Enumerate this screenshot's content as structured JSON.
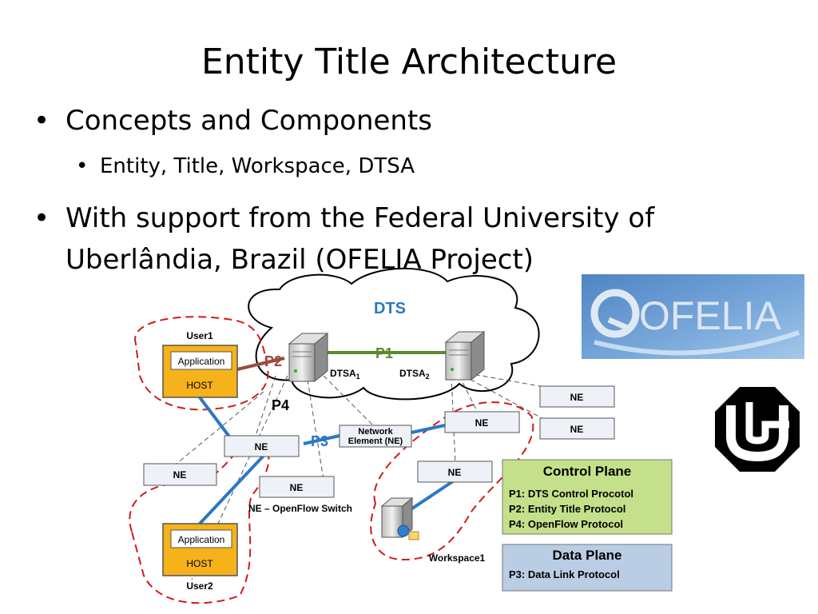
{
  "slide": {
    "title": "Entity Title Architecture",
    "bullets": [
      {
        "text": "Concepts and Components"
      },
      {
        "text": "Entity, Title, Workspace, DTSA"
      },
      {
        "text": "With support from the Federal University of"
      },
      {
        "text": "Uberlândia, Brazil (OFELIA Project)"
      }
    ]
  },
  "logos": {
    "ofelia": "OFELIA",
    "ufu": "UFU emblem"
  },
  "diagram": {
    "cloud": "DTS",
    "user1": "User1",
    "user2": "User2",
    "application": "Application",
    "host": "HOST",
    "p1": "P1",
    "p2": "P2",
    "p3": "P3",
    "p4": "P4",
    "dtsa1": "DTSA",
    "dtsa2": "DTSA",
    "sub1": "1",
    "sub2": "2",
    "ne": "NE",
    "network_element_1": "Network",
    "network_element_2": "Element (NE)",
    "ne_openflow": "NE – OpenFlow Switch",
    "workspace": "Workspace1",
    "control_plane": {
      "title": "Control Plane",
      "lines": [
        "P1: DTS Control Procotol",
        "P2: Entity Title Protocol",
        "P4: OpenFlow Protocol"
      ]
    },
    "data_plane": {
      "title": "Data Plane",
      "lines": [
        "P3: Data Link Protocol"
      ]
    }
  },
  "colors": {
    "host_fill": "#f5b21a",
    "control_plane_fill": "#c4e08a",
    "data_plane_fill": "#b9cde4",
    "dashed_red": "#d11a1a",
    "blue_link": "#2b78c4",
    "green_link": "#5a8a2e",
    "p2_brown": "#9b4a3c",
    "ofelia_bg": "#5d8fc9"
  }
}
